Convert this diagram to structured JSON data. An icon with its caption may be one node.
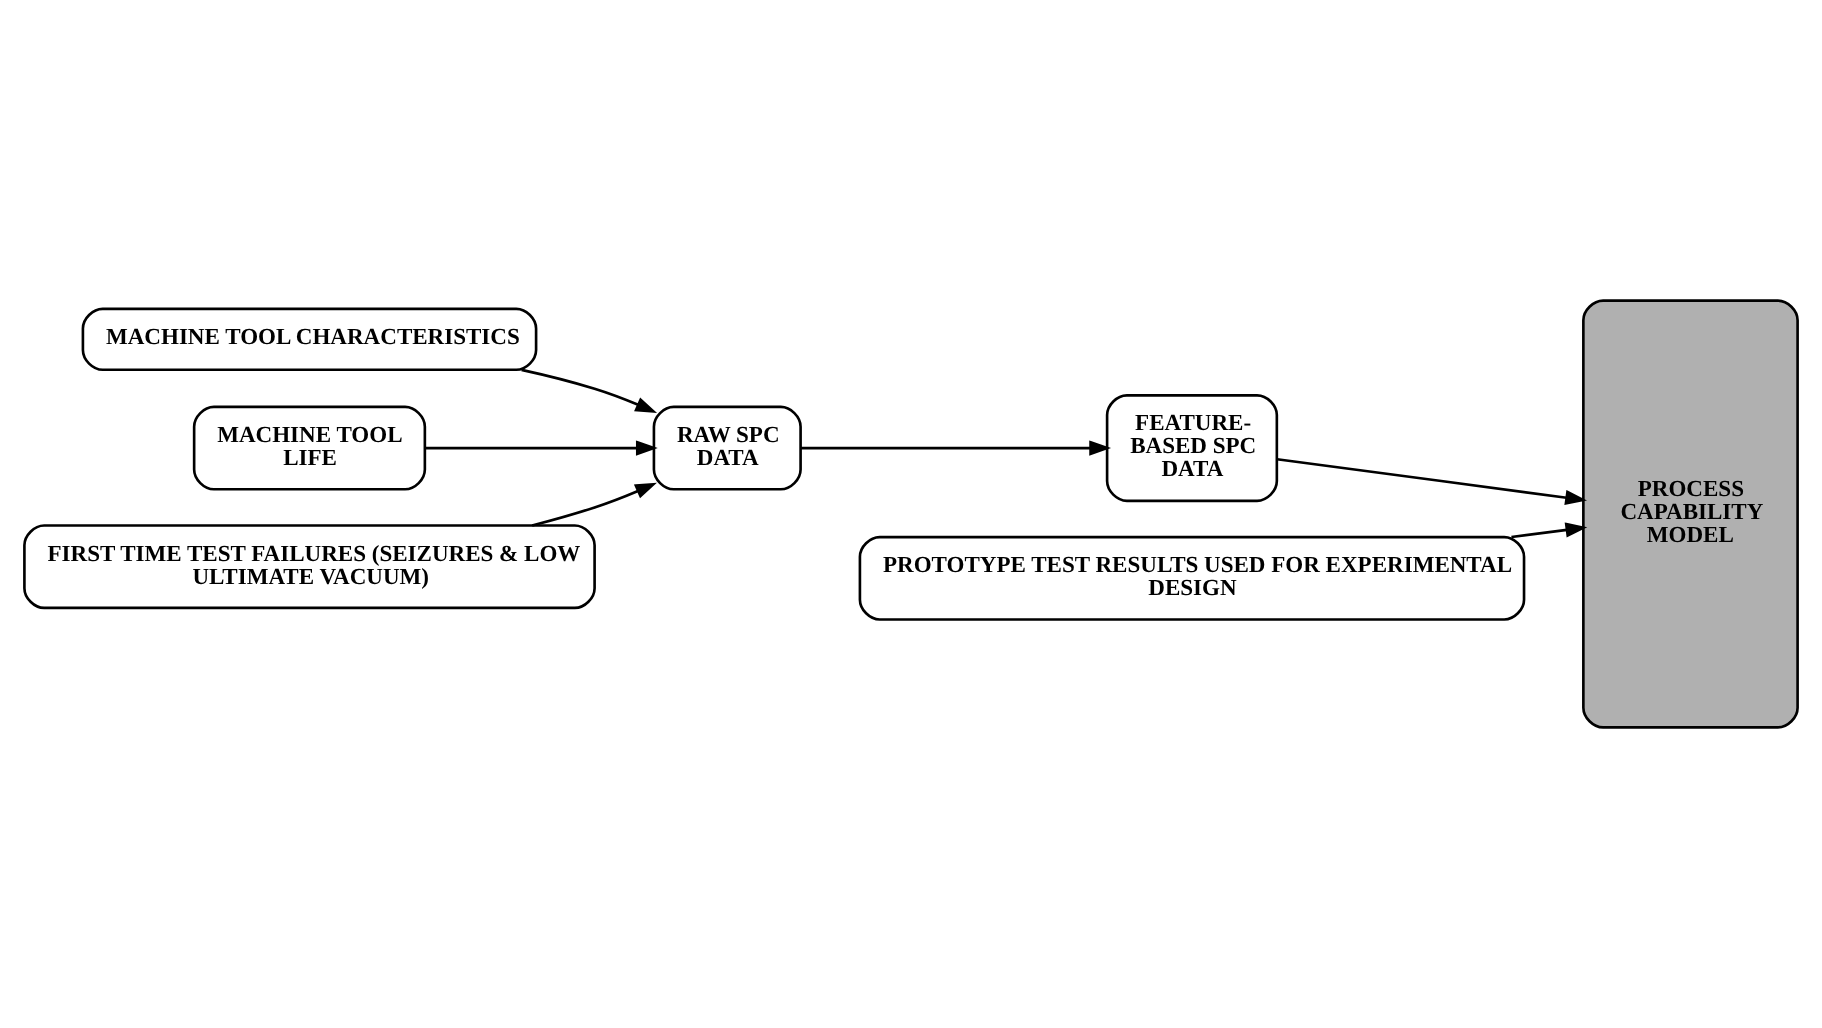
{
  "diagram": {
    "nodes": [
      {
        "text": [
          "MACHINE TOOL CHARACTERISTICS"
        ]
      },
      {
        "text": [
          "MACHINE TOOL LIFE"
        ]
      },
      {
        "text": [
          "RAW SPC DATA"
        ]
      },
      {
        "text": [
          "FEATURE-BASED SPC DATA"
        ]
      },
      {
        "text": [
          "PROCESS CAPABILITY MODEL"
        ]
      },
      {
        "text": [
          "FIRST TIME TEST FAILURES (SEIZURES & LOW ULTIMATE VACUUM)"
        ]
      },
      {
        "text": [
          "PROTOTYPE TEST RESULTS USED FOR EXPERIMENTAL DESIGN"
        ]
      }
    ],
    "edges": [
      {
        "from": 0,
        "to": 2,
        "arrow": "to"
      },
      {
        "from": 1,
        "to": 2,
        "arrow": "to"
      },
      {
        "from": 2,
        "to": 3,
        "arrow": "to"
      },
      {
        "from": 3,
        "to": 4,
        "arrow": "to"
      },
      {
        "from": 5,
        "to": 2,
        "arrow": "to"
      },
      {
        "from": 6,
        "to": 4,
        "arrow": "to"
      }
    ]
  }
}
